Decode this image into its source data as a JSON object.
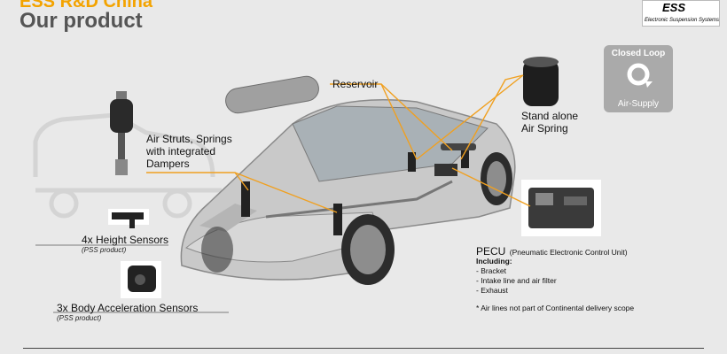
{
  "header": {
    "top_text": "ESS R&D China",
    "title": "Our product"
  },
  "logo": {
    "mark": "ESS",
    "subtitle": "Electronic Suspension Systems"
  },
  "closed_loop": {
    "title": "Closed Loop",
    "subtitle": "Air-Supply"
  },
  "labels": {
    "reservoir": "Reservoir",
    "stand_alone_1": "Stand alone",
    "stand_alone_2": "Air Spring",
    "struts_1": "Air Struts, Springs",
    "struts_2": "with integrated",
    "struts_3": "Dampers",
    "height": "4x Height Sensors",
    "height_note": "(PSS product)",
    "accel": "3x Body Acceleration Sensors",
    "accel_note": "(PSS product)",
    "pecu_title": "PECU",
    "pecu_desc": "(Pneumatic Electronic Control Unit)",
    "including": "Including:",
    "items": [
      "- Bracket",
      "- Intake line and air filter",
      "- Exhaust"
    ],
    "footnote": "* Air lines not part of Continental delivery scope"
  },
  "colors": {
    "accent": "#f3a300",
    "callout": "#f0a020",
    "title": "#555555"
  }
}
